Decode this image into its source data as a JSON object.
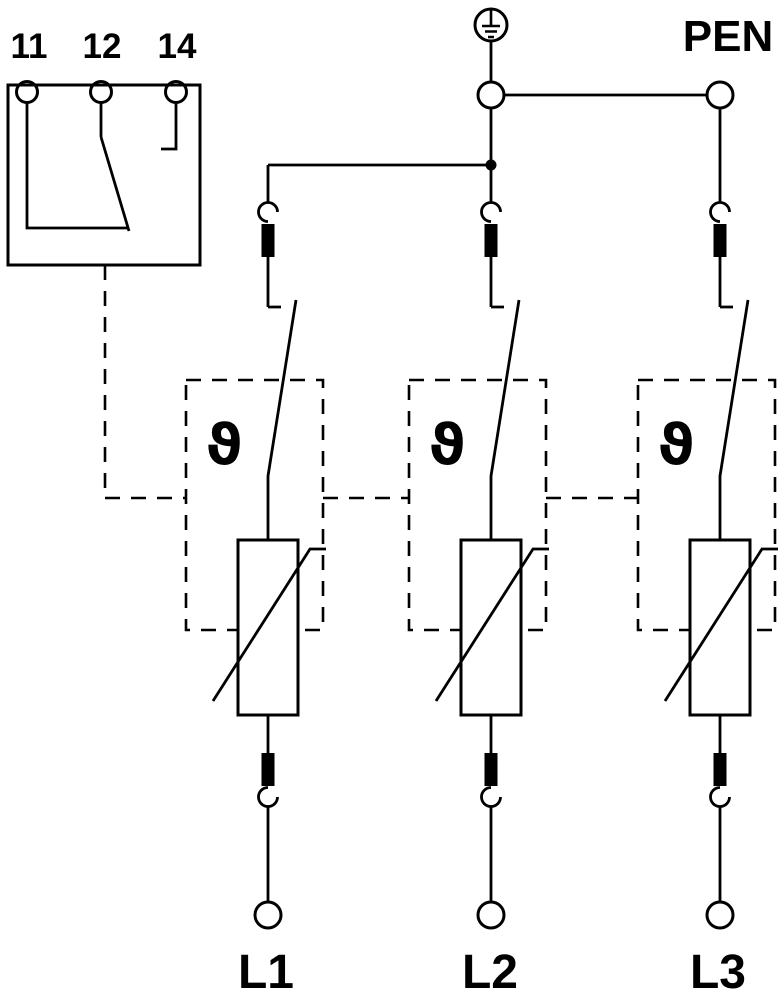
{
  "diagram": {
    "background_color": "#ffffff",
    "line_color": "#000000",
    "remote_signal_contact": {
      "terminal_labels": [
        "11",
        "12",
        "14"
      ]
    },
    "earth_terminal": {
      "icon": "protective-earth-icon",
      "label": "PEN"
    },
    "protection_paths": [
      {
        "phase_label": "L1",
        "thermal_monitor_symbol": "ϑ"
      },
      {
        "phase_label": "L2",
        "thermal_monitor_symbol": "ϑ"
      },
      {
        "phase_label": "L3",
        "thermal_monitor_symbol": "ϑ"
      }
    ]
  }
}
